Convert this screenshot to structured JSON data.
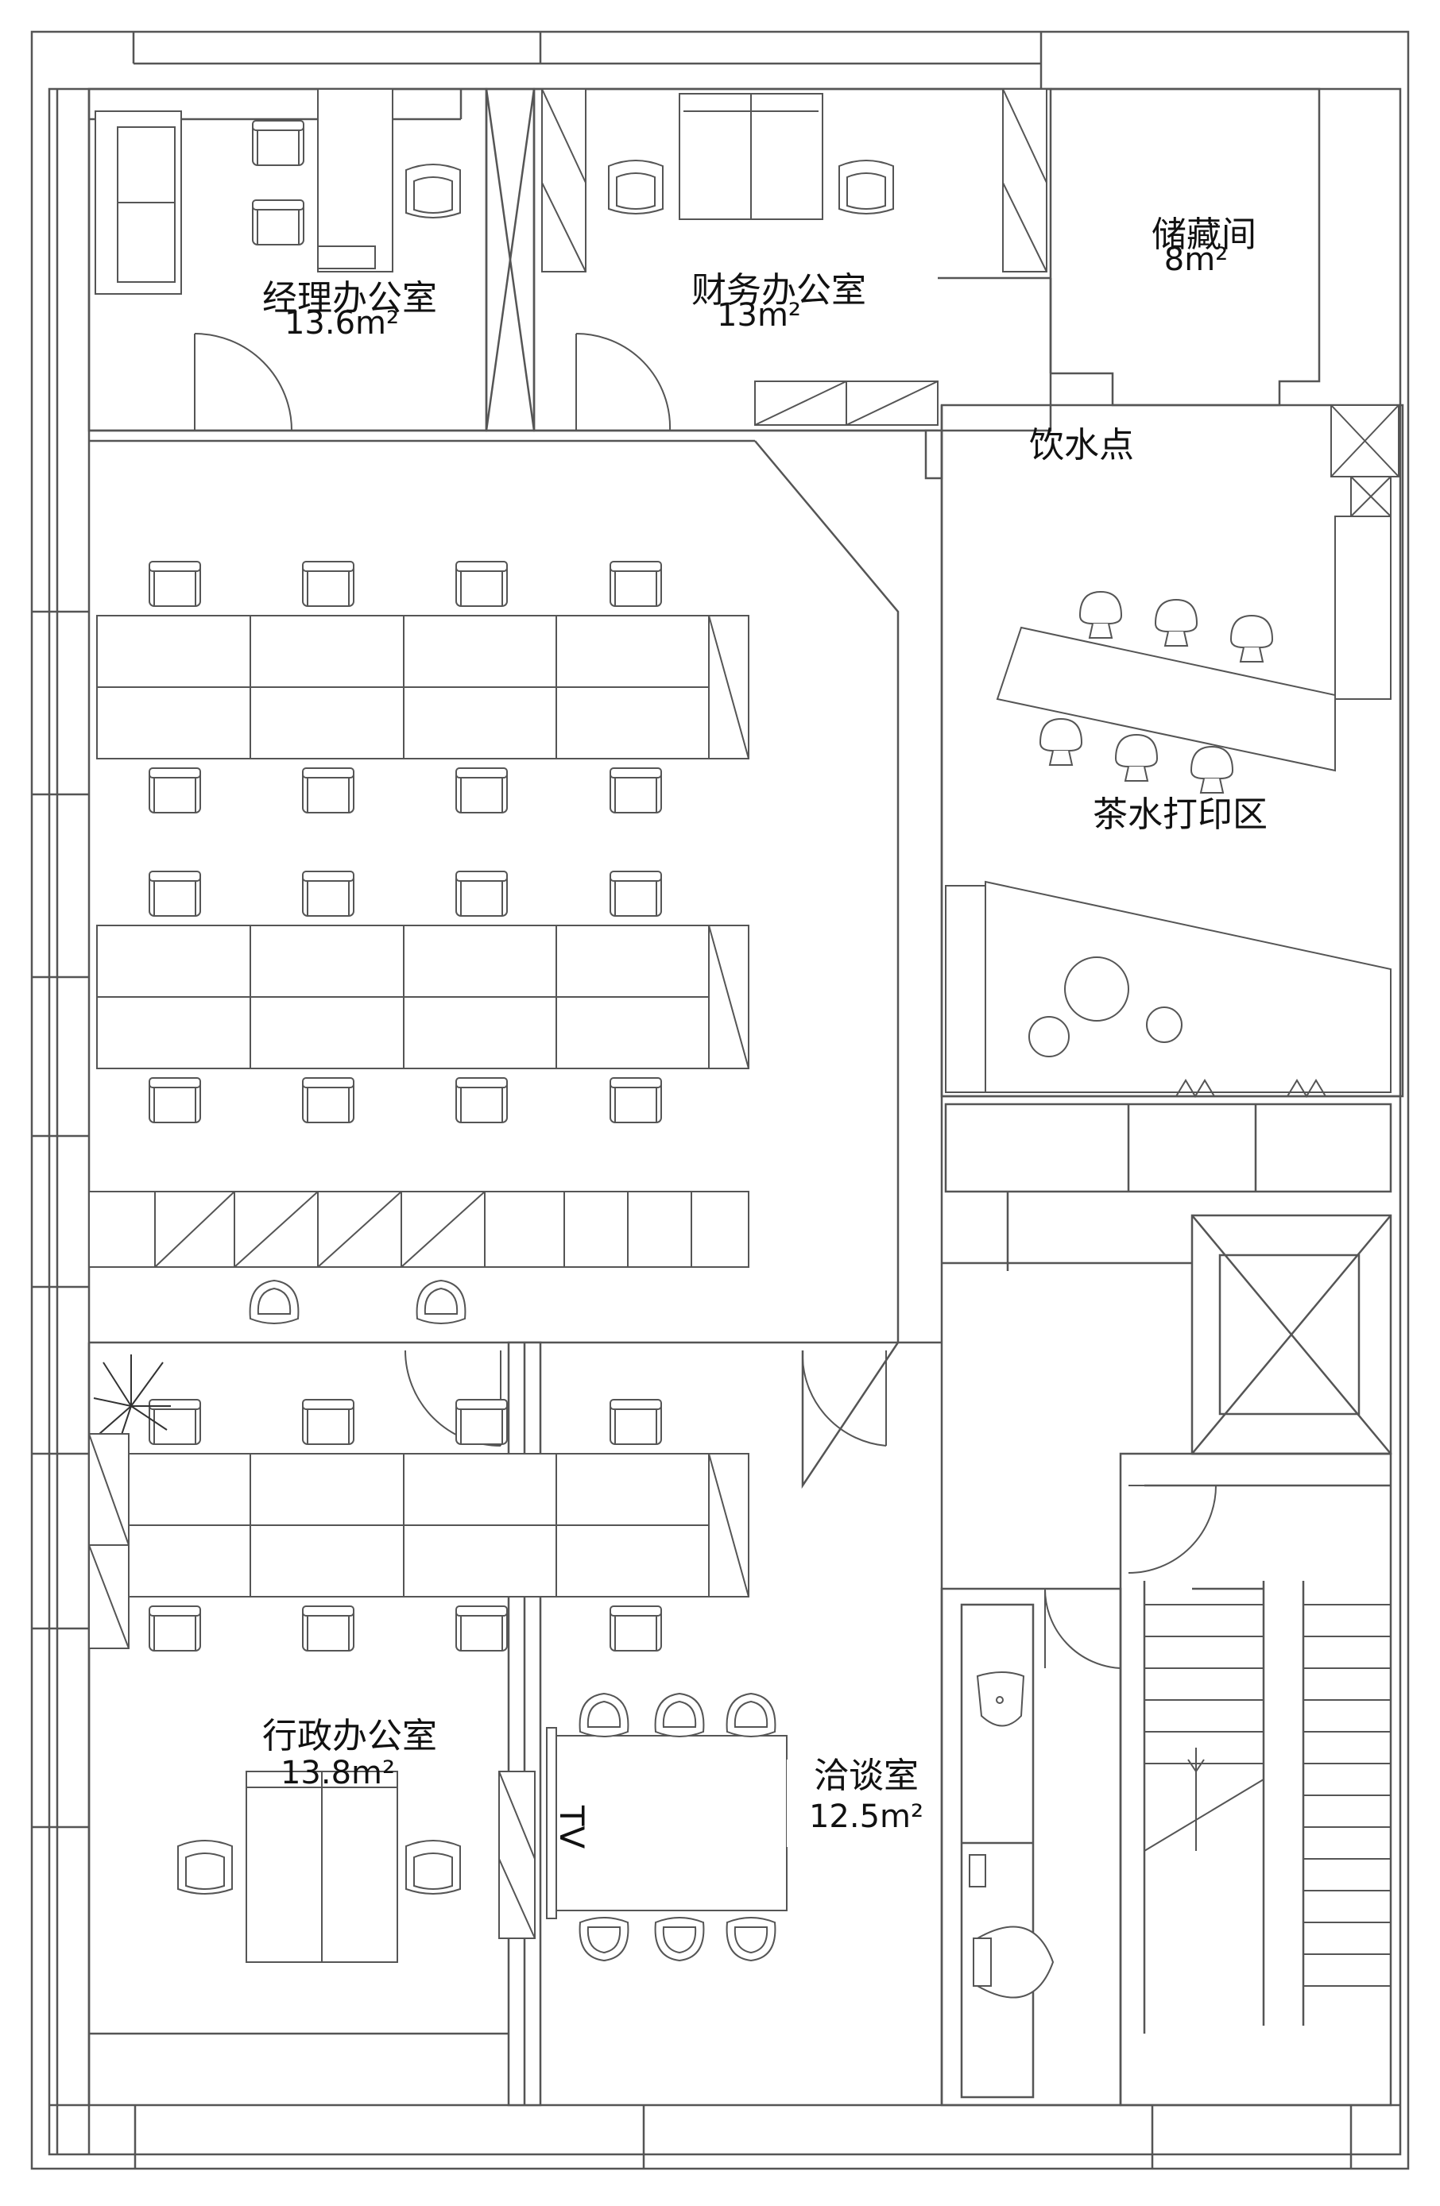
{
  "plan": {
    "rooms": {
      "manager": {
        "name": "经理办公室",
        "area": "13.6m²"
      },
      "finance": {
        "name": "财务办公室",
        "area": "13m²"
      },
      "storage": {
        "name": "储藏间",
        "area": "8m²"
      },
      "water_point": {
        "name": "饮水点"
      },
      "tea_print": {
        "name": "茶水打印区"
      },
      "admin": {
        "name": "行政办公室",
        "area": "13.8m²"
      },
      "meeting": {
        "name": "洽谈室",
        "area": "12.5m²"
      },
      "tv": {
        "name": "TV"
      }
    }
  },
  "colors": {
    "line": "#555555",
    "background": "#ffffff",
    "text": "#111111"
  }
}
